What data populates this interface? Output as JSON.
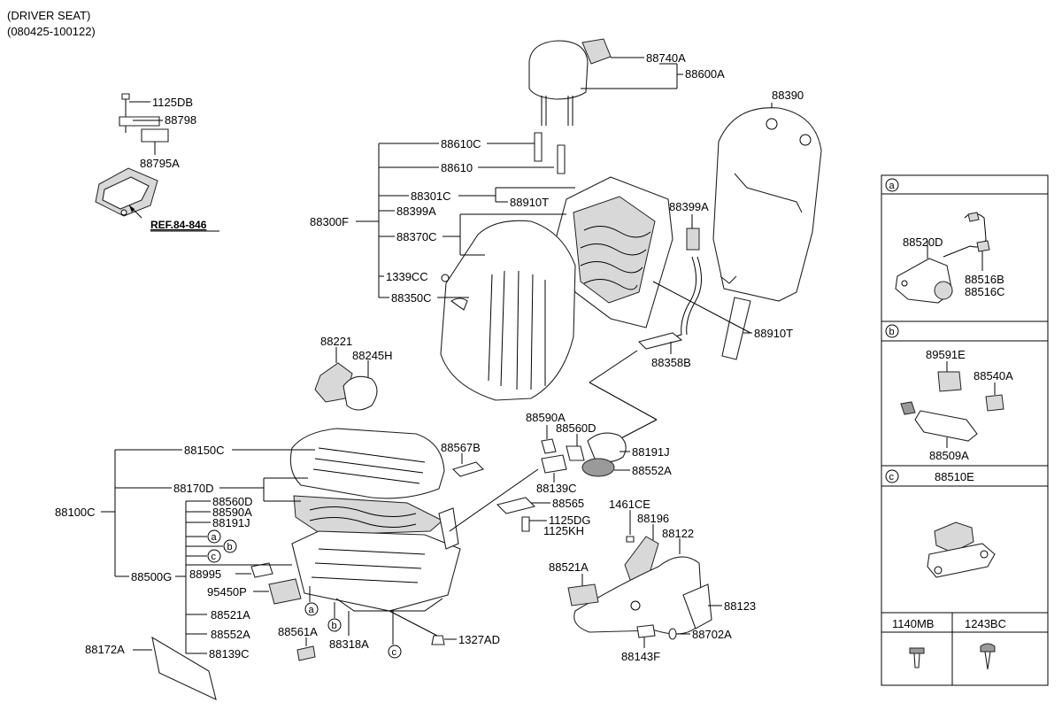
{
  "header": {
    "title": "(DRIVER SEAT)",
    "date_range": "(080425-100122)"
  },
  "reference": "REF.84-846",
  "labels": {
    "p1125DB": "1125DB",
    "p88798": "88798",
    "p88795A": "88795A",
    "p88740A": "88740A",
    "p88600A": "88600A",
    "p88390": "88390",
    "p88610C": "88610C",
    "p88610": "88610",
    "p88301C": "88301C",
    "p88910T_a": "88910T",
    "p88399A_a": "88399A",
    "p88300F": "88300F",
    "p88370C": "88370C",
    "p88399A_b": "88399A",
    "p1339CC": "1339CC",
    "p88350C": "88350C",
    "p88910T_b": "88910T",
    "p88358B": "88358B",
    "p88221": "88221",
    "p88245H": "88245H",
    "p88590A_a": "88590A",
    "p88560D_a": "88560D",
    "p88191J_a": "88191J",
    "p88552A_a": "88552A",
    "p88150C": "88150C",
    "p88567B": "88567B",
    "p88139C_a": "88139C",
    "p88170D": "88170D",
    "p88560D_b": "88560D",
    "p88590A_b": "88590A",
    "p88191J_b": "88191J",
    "p88565": "88565",
    "p1461CE": "1461CE",
    "p1125DG": "1125DG",
    "p1125KH": "1125KH",
    "p88196": "88196",
    "p88122": "88122",
    "p88100C": "88100C",
    "p88995": "88995",
    "p88500G": "88500G",
    "p95450P": "95450P",
    "p88521A_a": "88521A",
    "p88521A_b": "88521A",
    "p88123": "88123",
    "p88552A_b": "88552A",
    "p88561A": "88561A",
    "p88318A": "88318A",
    "p88702A": "88702A",
    "p88139C_b": "88139C",
    "p88172A": "88172A",
    "p1327AD": "1327AD",
    "p88143F": "88143F"
  },
  "circles": {
    "a": "a",
    "b": "b",
    "c": "c"
  },
  "side_panel": {
    "section_a": {
      "letter": "a",
      "parts": [
        "88520D",
        "88516B",
        "88516C"
      ]
    },
    "section_b": {
      "letter": "b",
      "parts": [
        "89591E",
        "88540A",
        "88509A"
      ]
    },
    "section_c": {
      "letter": "c",
      "title": "88510E"
    },
    "screws": [
      "1140MB",
      "1243BC"
    ]
  }
}
